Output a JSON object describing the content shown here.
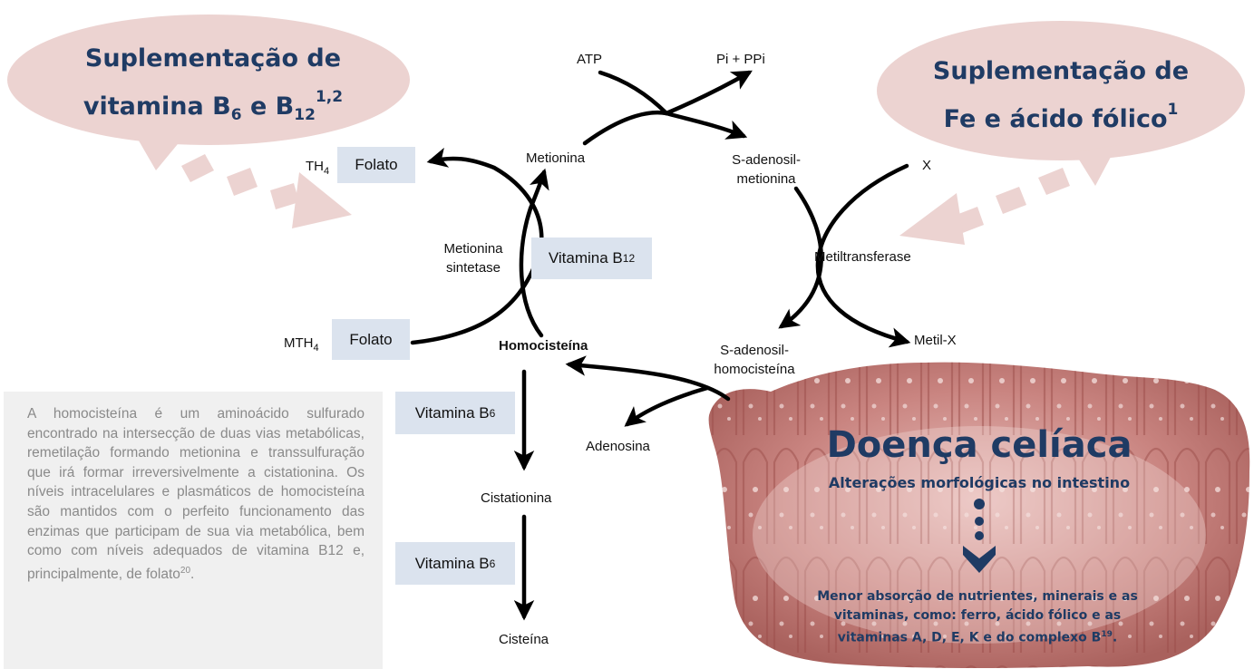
{
  "bubbles": {
    "left": {
      "line1": "Suplementação de",
      "line2_a": "vitamina B",
      "line2_sub1": "6",
      "line2_b": " e  B",
      "line2_sub2": "12",
      "line2_sup": "1,2"
    },
    "right": {
      "line1": "Suplementação de",
      "line2": "Fe e ácido fólico",
      "line2_sup": "1"
    }
  },
  "cycle_labels": {
    "atp": "ATP",
    "pi_ppi": "Pi + PPi",
    "metionina": "Metionina",
    "sam_1": "S-adenosil-",
    "sam_2": "metionina",
    "x": "X",
    "metiltransferase": "Metiltransferase",
    "metil_x": "Metil-X",
    "sah_1": "S-adenosil-",
    "sah_2": "homocisteína",
    "homocisteina": "Homocisteína",
    "adenosina": "Adenosina",
    "ms_1": "Metionina",
    "ms_2": "sintetase",
    "th4": "TH",
    "th4_sub": "4",
    "mth4": "MTH",
    "mth4_sub": "4",
    "cistationina": "Cistationina",
    "cisteina": "Cisteína"
  },
  "boxes": {
    "folato_top": "Folato",
    "folato_bottom": "Folato",
    "vitb12": "Vitamina B",
    "vitb12_sub": "12",
    "vitb6_1": "Vitamina B",
    "vitb6_1_sub": "6",
    "vitb6_2": "Vitamina B",
    "vitb6_2_sub": "6"
  },
  "info_text": "A homocisteína é um aminoácido sulfurado encontrado na intersecção de duas vias metabólicas, remetilação formando metionina e transsulfuração que irá formar irreversivelmente a cistationina. Os níveis intracelulares e plasmáticos de homocisteína são mantidos com o perfeito funcionamento das enzimas que participam de sua via metabólica, bem como com níveis adequados de vitamina B12 e, principalmente, de folato",
  "info_sup": "20",
  "info_end": ".",
  "celiac": {
    "title": "Doença celíaca",
    "subtitle": "Alterações morfológicas no intestino",
    "line1": "Menor absorção de nutrientes, minerais e as",
    "line2": "vitaminas, como: ferro, ácido fólico e as",
    "line3": "vitaminas A, D, E, K e do complexo B",
    "line3_sup": "19",
    "line3_end": "."
  },
  "colors": {
    "bubble": "#ecd3d1",
    "dash_arrow": "#ecd3d1",
    "box": "#dbe3ee",
    "title_blue": "#1f3b64",
    "tissue": "#b86a6a",
    "info_bg": "#f0f0f0"
  }
}
